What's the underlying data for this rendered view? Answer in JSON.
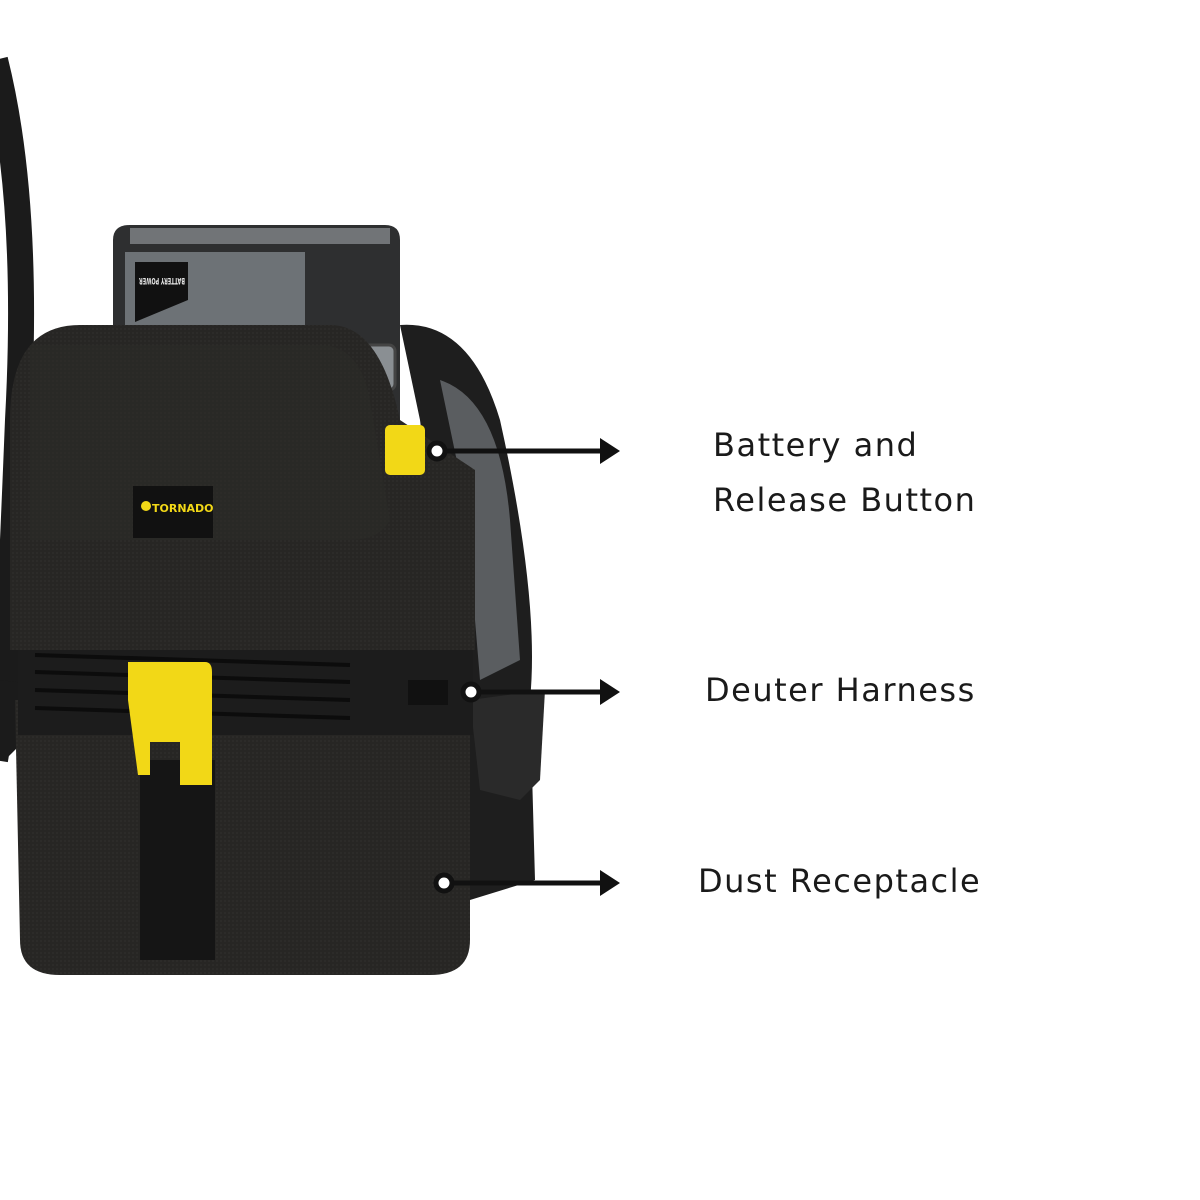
{
  "product": {
    "logo_text": "TORNADO",
    "battery_label": "BATTERY POWER",
    "colors": {
      "body": "#262523",
      "accent_yellow": "#f2d817",
      "battery_gray": "#6d7276",
      "harness_gray": "#5a5d60",
      "arrow": "#111111"
    }
  },
  "callouts": [
    {
      "lines": [
        "Battery and",
        "Release Button"
      ]
    },
    {
      "lines": [
        "Deuter Harness"
      ]
    },
    {
      "lines": [
        "Dust Receptacle"
      ]
    }
  ]
}
